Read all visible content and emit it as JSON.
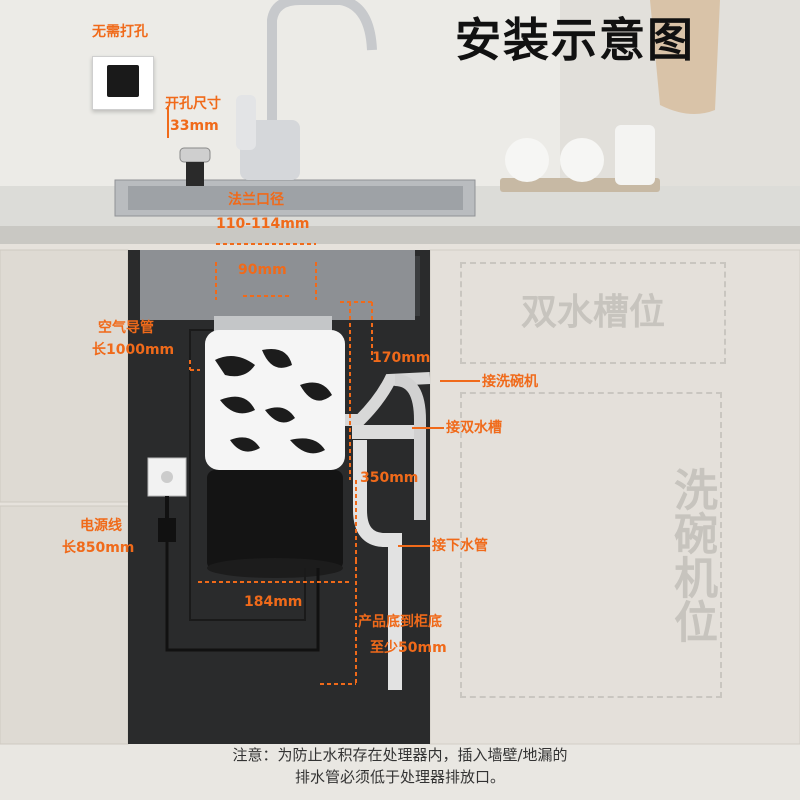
{
  "title": "安装示意图",
  "labels": {
    "no_drill": "无需打孔",
    "hole_size_title": "开孔尺寸",
    "hole_size_value": "33mm",
    "flange_title": "法兰口径",
    "flange_value": "110-114mm",
    "inner_width": "90mm",
    "air_tube_title": "空气导管",
    "air_tube_value": "长1000mm",
    "power_cord_title": "电源线",
    "power_cord_value": "长850mm",
    "height_170": "170mm",
    "height_350": "350mm",
    "width_184": "184mm",
    "bottom_clearance_title": "产品底到柜底",
    "bottom_clearance_value": "至少50mm",
    "to_dishwasher": "接洗碗机",
    "to_double_sink": "接双水槽",
    "to_drain_pipe": "接下水管"
  },
  "zones": {
    "double_sink": "双水槽位",
    "dishwasher": "洗碗机位"
  },
  "note": {
    "line1": "注意：为防止水积存在处理器内，插入墙壁/地漏的",
    "line2": "排水管必须低于处理器排放口。"
  },
  "colors": {
    "accent": "#f06a1a",
    "title": "#111111",
    "zone_text": "#c7c4be"
  }
}
